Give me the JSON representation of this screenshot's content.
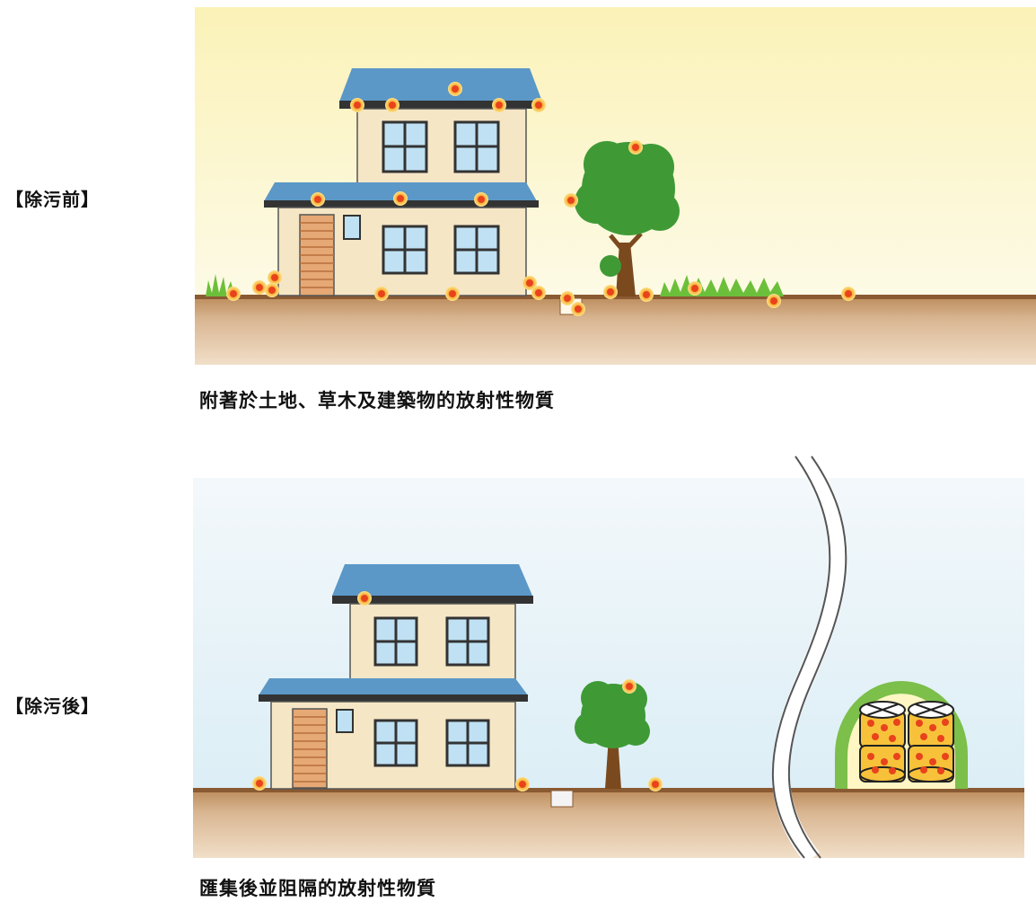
{
  "panels": {
    "before": {
      "label": "【除污前】",
      "caption": "附著於土地、草木及建築物的放射性物質"
    },
    "after": {
      "label": "【除污後】",
      "caption": "匯集後並阻隔的放射性物質"
    }
  },
  "colors": {
    "sky_before": "#fbf7d0",
    "sky_after": "#e8f3f8",
    "ground": "#c9a27a",
    "ground_edge": "#8a5a32",
    "roof": "#5b98c7",
    "wall": "#f5e6c5",
    "window": "#bfe1f3",
    "tree": "#3f9a36",
    "trunk": "#7a4a1e",
    "radiation_dot": "#e8431c",
    "radiation_halo": "#f7c23a",
    "storage_green": "#7cbf4a"
  },
  "icons": [
    "house-icon",
    "tree-icon",
    "grass-icon",
    "radiation-particle-icon",
    "storage-barrels-icon"
  ]
}
